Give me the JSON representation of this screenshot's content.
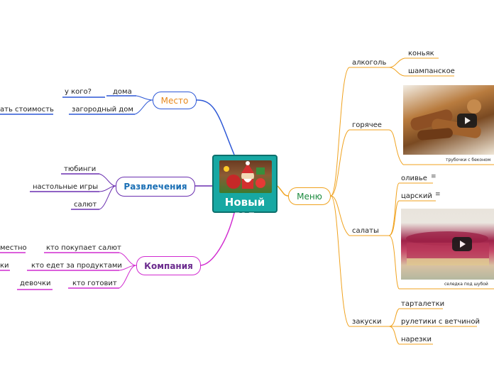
{
  "central": {
    "title": "Новый год"
  },
  "branches": {
    "mesto": {
      "label": "Место",
      "color": "#e8891c"
    },
    "razvlecheniya": {
      "label": "Развлечения",
      "color": "#1a6fb5"
    },
    "kompaniya": {
      "label": "Компания",
      "color": "#6b2b8e"
    },
    "menu": {
      "label": "Меню",
      "color": "#1b8a3e"
    }
  },
  "mesto": {
    "u_kogo": "у кого?",
    "doma": "дома",
    "zagorodny": "загородный дом",
    "stoimost": "ать стоимость"
  },
  "razvlecheniya": {
    "tubingi": "тюбинги",
    "igry": "настольные игры",
    "salut": "салют"
  },
  "kompaniya": {
    "salut_who": "кто покупает салют",
    "produkty_who": "кто едет за продуктами",
    "gotovit_who": "кто готовит",
    "vmestno": "местно",
    "ki": "ки",
    "devochki": "девочки"
  },
  "menu": {
    "alkogol": "алкоголь",
    "konyak": "коньяк",
    "shampanskoe": "шампанское",
    "goryachee": "горячее",
    "goryachee_caption": "трубочки с беконом",
    "salaty": "салаты",
    "olivie": "оливье",
    "carskiy": "царский",
    "salaty_caption": "селедка под шубой",
    "zakuski": "закуски",
    "tartaletki": "тарталетки",
    "ruletiki": "рулетики с ветчиной",
    "narezki": "нарезки",
    "note_icon": "≡"
  }
}
